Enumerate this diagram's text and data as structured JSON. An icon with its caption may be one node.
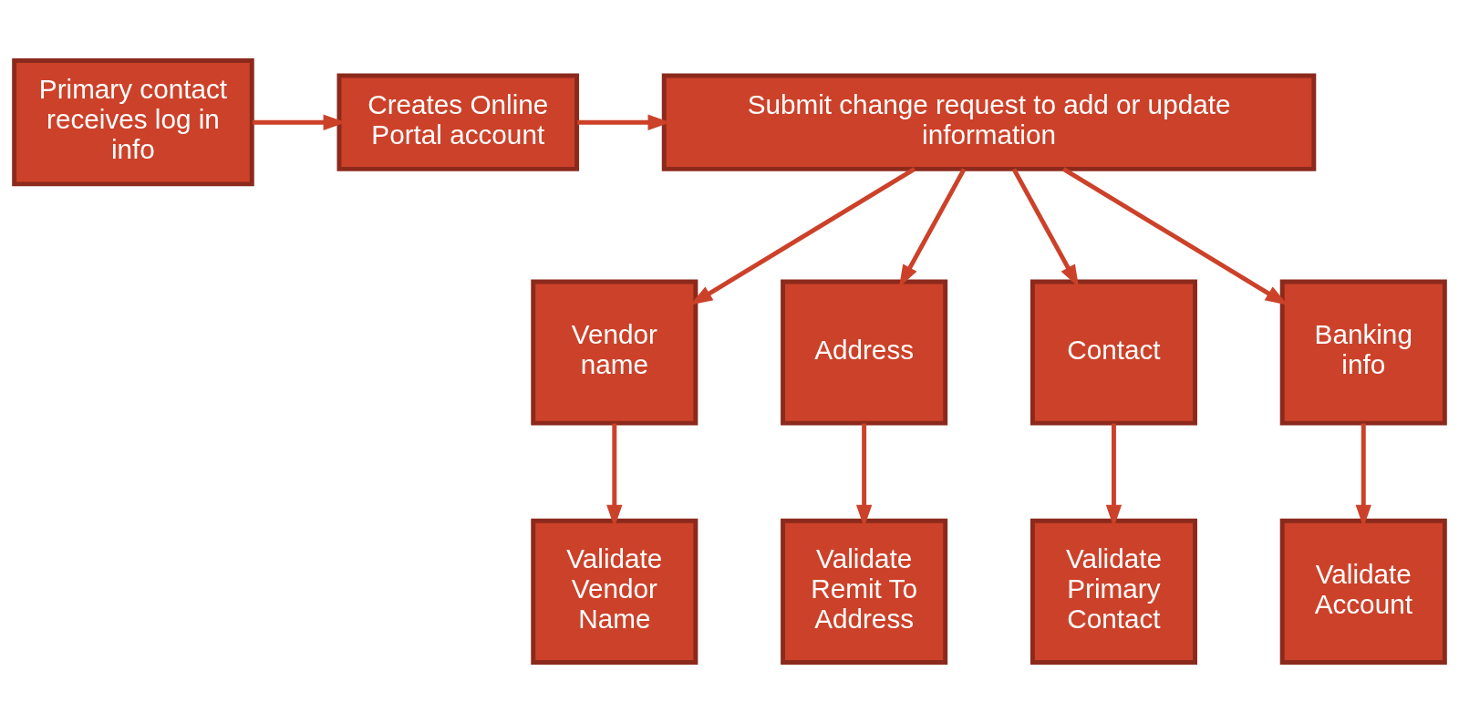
{
  "diagram": {
    "nodes": [
      {
        "text": [
          "Primary contact receives log in info"
        ]
      },
      {
        "text": [
          "Creates Online Portal account"
        ]
      },
      {
        "text": [
          "Submit change request to add or update information"
        ]
      },
      {
        "text": [
          "Vendor name"
        ]
      },
      {
        "text": [
          "Address"
        ]
      },
      {
        "text": [
          "Contact"
        ]
      },
      {
        "text": [
          "Banking info"
        ]
      },
      {
        "text": [
          "Validate Vendor Name"
        ]
      },
      {
        "text": [
          "Validate Remit To Address"
        ]
      },
      {
        "text": [
          "Validate Primary Contact"
        ]
      },
      {
        "text": [
          "Validate Account"
        ]
      }
    ],
    "edges": [
      {
        "from": 0,
        "to": 1,
        "arrow": "to"
      },
      {
        "from": 1,
        "to": 2,
        "arrow": "to"
      },
      {
        "from": 2,
        "to": 3,
        "arrow": "to"
      },
      {
        "from": 2,
        "to": 4,
        "arrow": "to"
      },
      {
        "from": 2,
        "to": 5,
        "arrow": "to"
      },
      {
        "from": 2,
        "to": 6,
        "arrow": "to"
      },
      {
        "from": 3,
        "to": 7,
        "arrow": "to"
      },
      {
        "from": 4,
        "to": 8,
        "arrow": "to"
      },
      {
        "from": 5,
        "to": 9,
        "arrow": "to"
      },
      {
        "from": 6,
        "to": 10,
        "arrow": "to"
      }
    ]
  }
}
